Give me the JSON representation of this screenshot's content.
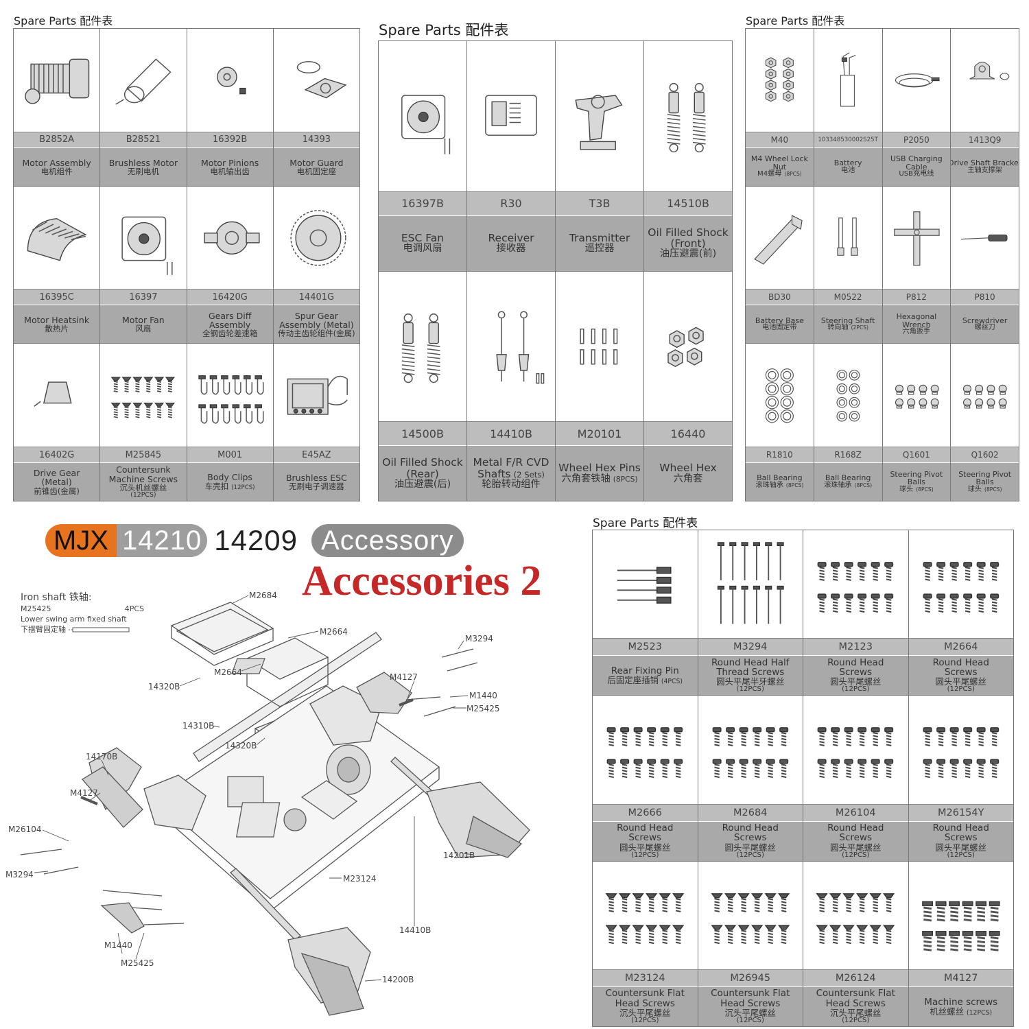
{
  "sheet_title": "Spare Parts 配件表",
  "sheet1": [
    {
      "code": "B2852A",
      "lines": [
        "Motor Assembly",
        "电机组件"
      ],
      "icon": "motor-assembly-icon"
    },
    {
      "code": "B28521",
      "lines": [
        "Brushless Motor",
        "无刷电机"
      ],
      "icon": "brushless-motor-icon"
    },
    {
      "code": "16392B",
      "lines": [
        "Motor Pinions",
        "电机输出齿"
      ],
      "icon": "pinion-gear-icon"
    },
    {
      "code": "14393",
      "lines": [
        "Motor Guard",
        "电机固定座"
      ],
      "icon": "motor-guard-icon"
    },
    {
      "code": "16395C",
      "lines": [
        "Motor Heatsink",
        "散热片"
      ],
      "icon": "heatsink-icon"
    },
    {
      "code": "16397",
      "lines": [
        "Motor Fan",
        "风扇"
      ],
      "icon": "fan-icon"
    },
    {
      "code": "16420G",
      "lines": [
        "Gears Diff",
        "Assembly",
        "全钢齿轮差速箱"
      ],
      "icon": "differential-icon"
    },
    {
      "code": "14401G",
      "lines": [
        "Spur Gear",
        "Assembly (Metal)",
        "传动主齿轮组件(金属)"
      ],
      "icon": "spur-gear-icon"
    },
    {
      "code": "16402G",
      "lines": [
        "Drive Gear",
        "(Metal)",
        "前锥齿(金属)"
      ],
      "icon": "bevel-gear-icon"
    },
    {
      "code": "M25845",
      "lines": [
        "Countersunk",
        "Machine Screws",
        "沉头机丝螺丝"
      ],
      "qty": "(12PCS)",
      "icon": "screws-icon"
    },
    {
      "code": "M001",
      "lines": [
        "Body Clips",
        "车壳扣"
      ],
      "qty": "(12PCS)",
      "inline_qty": true,
      "icon": "body-clips-icon"
    },
    {
      "code": "E45AZ",
      "lines": [
        "Brushless ESC",
        "无刷电子调速器"
      ],
      "icon": "esc-icon"
    }
  ],
  "sheet2": [
    {
      "code": "16397B",
      "lines": [
        "ESC Fan",
        "电调风扇"
      ],
      "icon": "esc-fan-icon"
    },
    {
      "code": "R30",
      "lines": [
        "Receiver",
        "接收器"
      ],
      "icon": "receiver-icon"
    },
    {
      "code": "T3B",
      "lines": [
        "Transmitter",
        "遥控器"
      ],
      "icon": "transmitter-icon"
    },
    {
      "code": "14510B",
      "lines": [
        "Oil Filled Shock",
        "(Front)",
        "油压避震(前)"
      ],
      "icon": "shock-front-icon"
    },
    {
      "code": "14500B",
      "lines": [
        "Oil Filled Shock",
        "(Rear)",
        "油压避震(后)"
      ],
      "icon": "shock-rear-icon"
    },
    {
      "code": "14410B",
      "lines": [
        "Metal F/R CVD",
        "Shafts",
        "轮胎转动组件"
      ],
      "qty": "(2 Sets)",
      "qty_after": 1,
      "icon": "cvd-shaft-icon"
    },
    {
      "code": "M20101",
      "lines": [
        "Wheel Hex Pins",
        "六角套铁轴"
      ],
      "qty": "(8PCS)",
      "inline_qty": true,
      "icon": "hex-pins-icon"
    },
    {
      "code": "16440",
      "lines": [
        "Wheel Hex",
        "六角套"
      ],
      "icon": "wheel-hex-icon"
    }
  ],
  "sheet3": [
    {
      "code": "M40",
      "lines": [
        "M4 Wheel Lock",
        "Nut",
        "M4螺母"
      ],
      "qty": "(8PCS)",
      "inline_qty": true,
      "icon": "lock-nuts-icon"
    },
    {
      "code": "103348530002S25T",
      "lines": [
        "Battery",
        "电池"
      ],
      "icon": "battery-icon"
    },
    {
      "code": "P2050",
      "lines": [
        "USB Charging",
        "Cable",
        "USB充电线"
      ],
      "icon": "usb-cable-icon"
    },
    {
      "code": "1413Q9",
      "lines": [
        "Drive Shaft Bracket",
        "主轴支撑架"
      ],
      "icon": "shaft-bracket-icon"
    },
    {
      "code": "BD30",
      "lines": [
        "Battery Base",
        "电池固定带"
      ],
      "icon": "battery-strap-icon"
    },
    {
      "code": "M0522",
      "lines": [
        "Steering Shaft",
        "转向轴"
      ],
      "qty": "(2PCS)",
      "inline_qty": true,
      "icon": "steering-shaft-icon"
    },
    {
      "code": "P812",
      "lines": [
        "Hexagonal",
        "Wrench",
        "六角扳手"
      ],
      "icon": "cross-wrench-icon"
    },
    {
      "code": "P810",
      "lines": [
        "Screwdriver",
        "螺丝刀"
      ],
      "icon": "screwdriver-icon"
    },
    {
      "code": "R1810",
      "lines": [
        "Ball Bearing",
        "滚珠轴承"
      ],
      "qty": "(8PCS)",
      "inline_qty": true,
      "icon": "bearings-large-icon"
    },
    {
      "code": "R168Z",
      "lines": [
        "Ball Bearing",
        "滚珠轴承"
      ],
      "qty": "(8PCS)",
      "inline_qty": true,
      "icon": "bearings-small-icon"
    },
    {
      "code": "Q1601",
      "lines": [
        "Steering Pivot",
        "Balls",
        "球头"
      ],
      "qty": "(8PCS)",
      "inline_qty": true,
      "icon": "pivot-balls-icon"
    },
    {
      "code": "Q1602",
      "lines": [
        "Steering Pivot",
        "Balls",
        "球头"
      ],
      "qty": "(8PCS)",
      "inline_qty": true,
      "icon": "pivot-balls-icon"
    }
  ],
  "sheet4": [
    {
      "code": "M2523",
      "lines": [
        "Rear Fixing Pin",
        "后固定座插销"
      ],
      "qty": "(4PCS)",
      "inline_qty": true,
      "icon": "fixing-pins-icon"
    },
    {
      "code": "M3294",
      "lines": [
        "Round Head Half",
        "Thread Screws",
        "圆头平尾半牙螺丝"
      ],
      "qty": "(12PCS)",
      "icon": "long-screws-icon"
    },
    {
      "code": "M2123",
      "lines": [
        "Round Head",
        "Screws",
        "圆头平尾螺丝"
      ],
      "qty": "(12PCS)",
      "icon": "round-screws-icon"
    },
    {
      "code": "M2664",
      "lines": [
        "Round Head",
        "Screws",
        "圆头平尾螺丝"
      ],
      "qty": "(12PCS)",
      "icon": "round-screws-icon"
    },
    {
      "code": "M2666",
      "lines": [
        "Round Head",
        "Screws",
        "圆头平尾螺丝"
      ],
      "qty": "(12PCS)",
      "icon": "round-screws-icon"
    },
    {
      "code": "M2684",
      "lines": [
        "Round Head",
        "Screws",
        "圆头平尾螺丝"
      ],
      "qty": "(12PCS)",
      "icon": "round-screws-icon"
    },
    {
      "code": "M26104",
      "lines": [
        "Round Head",
        "Screws",
        "圆头平尾螺丝"
      ],
      "qty": "(12PCS)",
      "icon": "round-screws-icon"
    },
    {
      "code": "M26154Y",
      "lines": [
        "Round Head",
        "Screws",
        "圆头平尾螺丝"
      ],
      "qty": "(12PCS)",
      "icon": "round-screws-icon"
    },
    {
      "code": "M23124",
      "lines": [
        "Countersunk Flat",
        "Head Screws",
        "沉头平尾螺丝"
      ],
      "qty": "(12PCS)",
      "icon": "flat-screws-icon"
    },
    {
      "code": "M26945",
      "lines": [
        "Countersunk Flat",
        "Head Screws",
        "沉头平尾螺丝"
      ],
      "qty": "(12PCS)",
      "icon": "flat-screws-icon"
    },
    {
      "code": "M26124",
      "lines": [
        "Countersunk Flat",
        "Head Screws",
        "沉头平尾螺丝"
      ],
      "qty": "(12PCS)",
      "icon": "flat-screws-icon"
    },
    {
      "code": "M4127",
      "lines": [
        "Machine screws",
        "机丝螺丝"
      ],
      "qty": "(12PCS)",
      "inline_qty": true,
      "icon": "machine-screws-icon"
    }
  ],
  "banner": {
    "brand": "MJX",
    "model_a": "14210",
    "model_b": "14209",
    "accessory": "Accessory",
    "headline": "Accessories 2"
  },
  "iron_shaft": {
    "title": "Iron shaft 铁轴:",
    "code": "M25425",
    "qty": "4PCS",
    "desc": "Lower swing arm fixed shaft",
    "desc_cn": "下摆臂固定轴"
  },
  "callouts": [
    "M2684",
    "M2664",
    "M2664",
    "14320B",
    "14310B",
    "14320B",
    "M3294",
    "M4127",
    "M1440",
    "M25425",
    "14170B",
    "M4127",
    "M26104",
    "M3294",
    "14201B",
    "M23124",
    "14410B",
    "M1440",
    "M25425",
    "14200B"
  ]
}
